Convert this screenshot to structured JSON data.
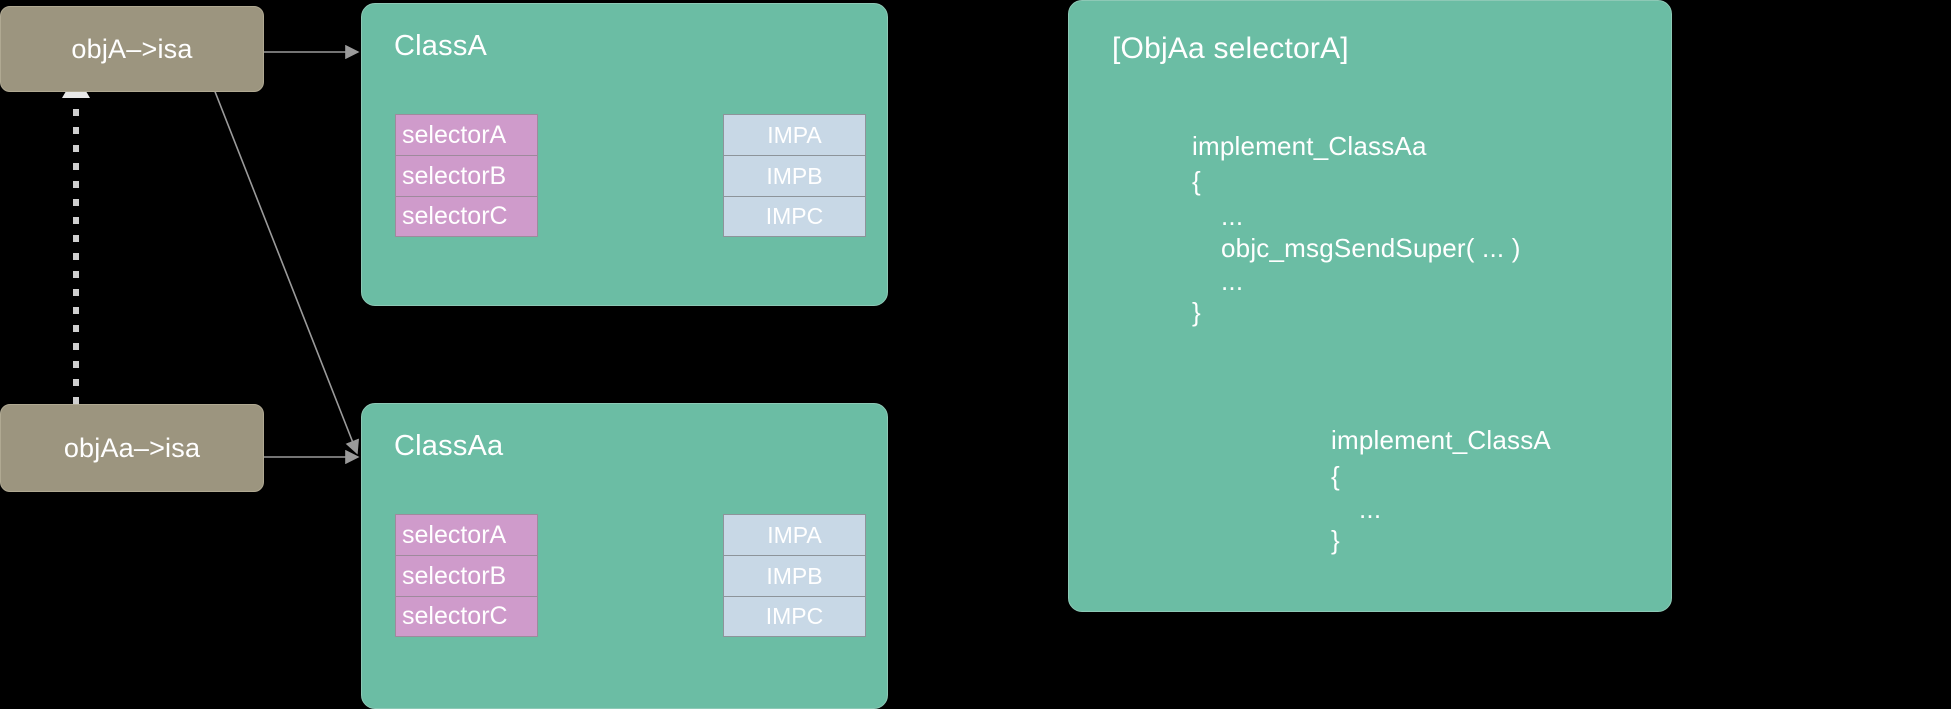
{
  "colors": {
    "background": "#000000",
    "object_box": "#9c957f",
    "class_panel": "#6bbda4",
    "selector_cell": "#cf9bcb",
    "imp_cell": "#c8d8e6",
    "connector_gray": "#9b9b9b",
    "connector_pink": "#c09aa6",
    "text": "#ffffff"
  },
  "objects": [
    {
      "id": "objA",
      "label": "objA–>isa"
    },
    {
      "id": "objAa",
      "label": "objAa–>isa"
    }
  ],
  "classes": [
    {
      "id": "classA",
      "title": "ClassA",
      "selectors": [
        "selectorA",
        "selectorB",
        "selectorC"
      ],
      "imps": [
        "IMPA",
        "IMPB",
        "IMPC"
      ]
    },
    {
      "id": "classAa",
      "title": "ClassAa",
      "selectors": [
        "selectorA",
        "selectorB",
        "selectorC"
      ],
      "imps": [
        "IMPA",
        "IMPB",
        "IMPC"
      ]
    }
  ],
  "message_panel": {
    "header": "[ObjAa selectorA]",
    "blocks": [
      {
        "id": "impl_classAa",
        "name": "implement_ClassAa",
        "lines": [
          "{",
          "...",
          "objc_msgSendSuper( ... )",
          "...",
          "}"
        ]
      },
      {
        "id": "impl_classA",
        "name": "implement_ClassA",
        "lines": [
          "{",
          "...",
          "}"
        ]
      }
    ]
  },
  "connectors": [
    {
      "id": "objA-to-classA",
      "kind": "solid-arrow",
      "color": "#9b9b9b"
    },
    {
      "id": "objA-to-classAa",
      "kind": "solid-arrow",
      "color": "#9b9b9b"
    },
    {
      "id": "objAa-to-classAa",
      "kind": "solid-arrow",
      "color": "#9b9b9b"
    },
    {
      "id": "objAa-isa-to-objA-isa",
      "kind": "dashed-arrow",
      "color": "#cccccc"
    },
    {
      "id": "selectorA-to-IMPA",
      "kind": "solid-arrow",
      "color": "#c09aa6"
    },
    {
      "id": "selectorB-to-IMPB",
      "kind": "solid-arrow",
      "color": "#c09aa6"
    },
    {
      "id": "selectorC-to-IMPC",
      "kind": "solid-arrow",
      "color": "#c09aa6"
    },
    {
      "id": "msg-to-impl-classAa",
      "kind": "curved-arrow",
      "color": "#c09aa6"
    },
    {
      "id": "msgSendSuper-to-implA",
      "kind": "curved-arrow",
      "color": "#c09aa6"
    }
  ]
}
